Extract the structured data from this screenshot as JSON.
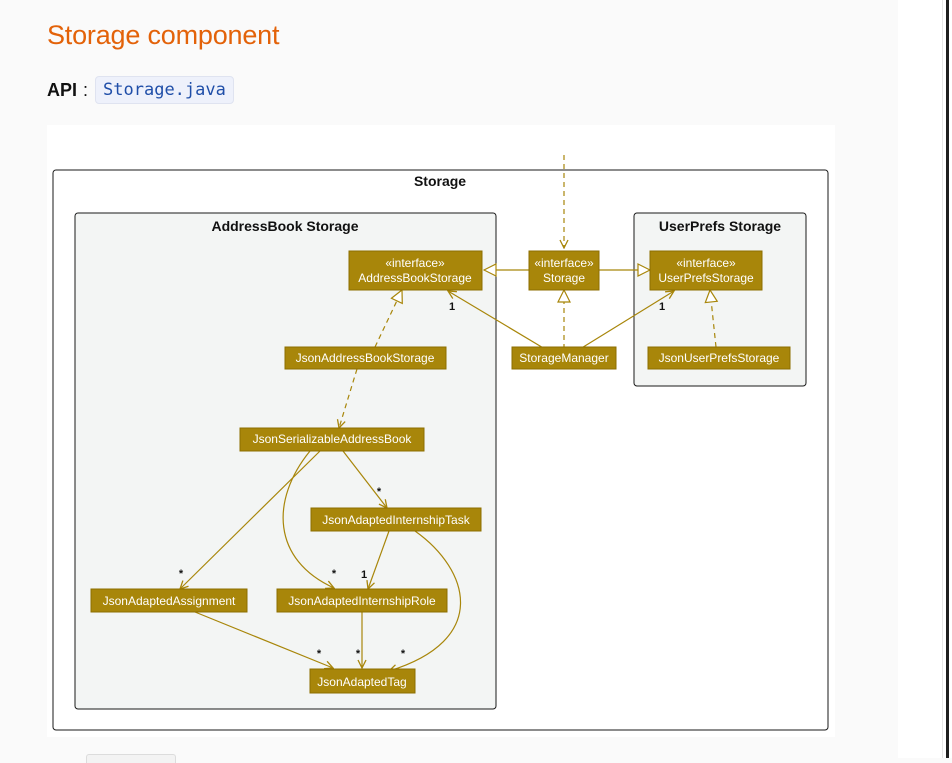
{
  "section": {
    "title": "Storage component"
  },
  "api": {
    "label": "API",
    "separator": ":",
    "file": "Storage.java"
  },
  "diagram": {
    "packages": {
      "storage": "Storage",
      "addressbook": "AddressBook Storage",
      "userprefs": "UserPrefs Storage"
    },
    "classes": {
      "addressbook_storage": {
        "stereotype": "«interface»",
        "name": "AddressBookStorage"
      },
      "storage": {
        "stereotype": "«interface»",
        "name": "Storage"
      },
      "userprefs_storage": {
        "stereotype": "«interface»",
        "name": "UserPrefsStorage"
      },
      "json_addressbook_storage": {
        "name": "JsonAddressBookStorage"
      },
      "storage_manager": {
        "name": "StorageManager"
      },
      "json_userprefs_storage": {
        "name": "JsonUserPrefsStorage"
      },
      "json_serializable_addressbook": {
        "name": "JsonSerializableAddressBook"
      },
      "json_adapted_internship_task": {
        "name": "JsonAdaptedInternshipTask"
      },
      "json_adapted_assignment": {
        "name": "JsonAdaptedAssignment"
      },
      "json_adapted_internship_role": {
        "name": "JsonAdaptedInternshipRole"
      },
      "json_adapted_tag": {
        "name": "JsonAdaptedTag"
      }
    },
    "multiplicities": {
      "manager_to_addressbook": "1",
      "manager_to_userprefs": "1",
      "book_to_task": "*",
      "book_to_assignment": "*",
      "book_to_role": "*",
      "task_to_role": "1",
      "assignment_to_tag": "*",
      "role_to_tag": "*",
      "task_to_tag": "*"
    },
    "colors": {
      "class_fill": "#a8860a",
      "class_border": "#8c6e00",
      "arrow": "#a8860a",
      "package_fill": "#f3f5f4",
      "outer_fill": "#ffffff",
      "border": "#1a1a1a"
    }
  }
}
